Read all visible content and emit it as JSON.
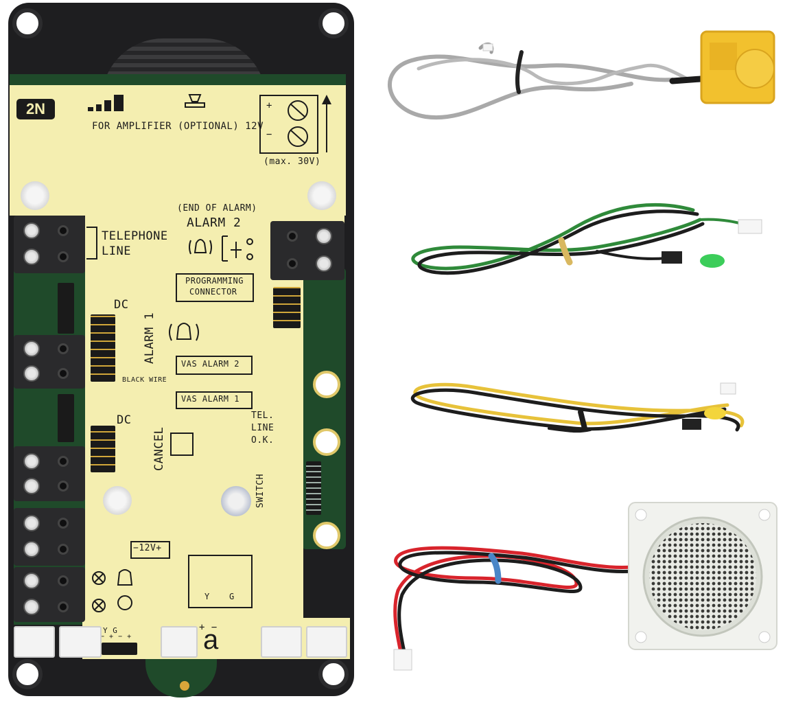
{
  "board": {
    "logo": "2N",
    "amp_label": "FOR AMPLIFIER (OPTIONAL) 12V",
    "max_label": "(max. 30V)",
    "plus": "+",
    "minus": "−",
    "telephone_line": [
      "TELEPHONE",
      "LINE"
    ],
    "end_of_alarm": "(END OF ALARM)",
    "alarm2": "ALARM 2",
    "programming_connector": [
      "PROGRAMMING",
      "CONNECTOR"
    ],
    "dc1": "DC",
    "alarm1": "ALARM 1",
    "vas_alarm2": "VAS ALARM 2",
    "black_wire": "BLACK WIRE",
    "vas_alarm1": "VAS ALARM 1",
    "dc2": "DC",
    "cancel": "CANCEL",
    "tel_line_ok": [
      "TEL.",
      "LINE",
      "O.K."
    ],
    "switch": "SWITCH",
    "power": "−12V+",
    "y_label": "Y",
    "g_label": "G",
    "yg_small": "Y    G",
    "pm_small": "− +  − +",
    "a_symbol": "a",
    "a_pm": "+ −"
  },
  "colors": {
    "pcb_yellow": "#f4eeb0",
    "pcb_green": "#1f4a2a",
    "frame_black": "#1e1e20",
    "cable_gray": "#a9a9a9",
    "cable_green": "#2f8a3a",
    "cable_yellow": "#e7c23a",
    "cable_red": "#d8242c",
    "tie_yellow": "#d9b860",
    "tie_blue": "#4a86c7",
    "sensor_yellow": "#f2c12e",
    "speaker_white": "#f1f2ee"
  },
  "accessories": [
    {
      "name": "gray-cable-with-yellow-sensor"
    },
    {
      "name": "green-black-cable-with-green-led"
    },
    {
      "name": "yellow-black-cable-with-yellow-led"
    },
    {
      "name": "red-black-cable-with-speaker"
    }
  ]
}
